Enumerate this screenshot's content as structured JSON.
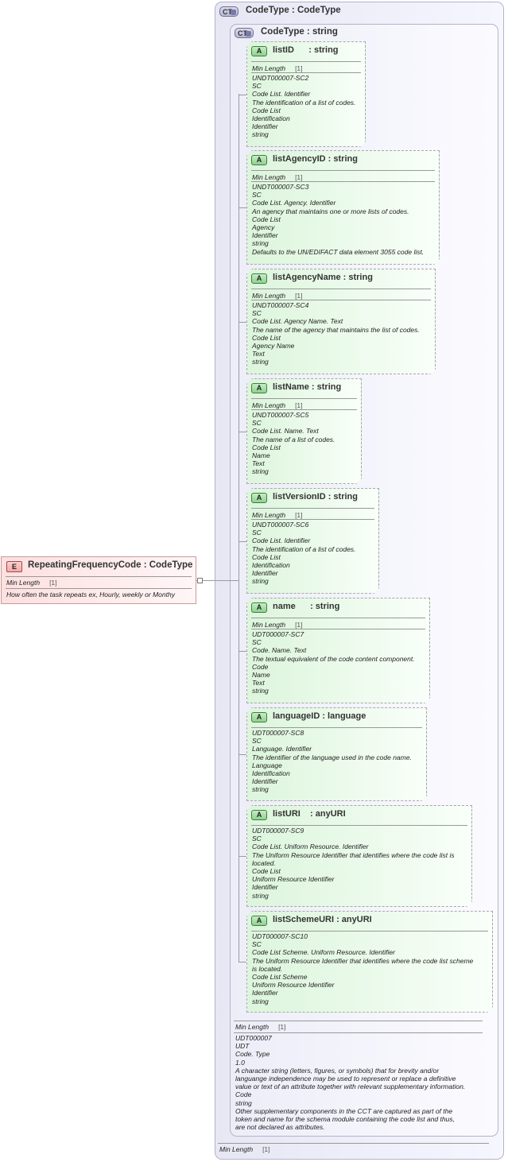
{
  "outer_type": {
    "badge": "CT",
    "title": "CodeType : CodeType"
  },
  "inner_type": {
    "badge": "CT",
    "title": "CodeType : string"
  },
  "element": {
    "badge": "E",
    "title": "RepeatingFrequencyCode : CodeType",
    "facet_label": "Min Length",
    "facet_value": "[1]",
    "doc": "How often the task repeats ex, Hourly, weekly or Monthy"
  },
  "attributes": [
    {
      "badge": "A",
      "name": "listID      : string",
      "facet_label": "Min Length",
      "facet_value": "[1]",
      "doc": [
        "UNDT000007-SC2",
        "SC",
        "Code List. Identifier",
        "The identification of a list of codes.",
        "Code List",
        "Identification",
        "Identifier",
        "string"
      ]
    },
    {
      "badge": "A",
      "name": "listAgencyID : string",
      "facet_label": "Min Length",
      "facet_value": "[1]",
      "doc": [
        "UNDT000007-SC3",
        "SC",
        "Code List. Agency. Identifier",
        "An agency that maintains one or more lists of codes.",
        "Code List",
        "Agency",
        "Identifier",
        "string",
        "Defaults to the UN/EDIFACT data element 3055 code list."
      ]
    },
    {
      "badge": "A",
      "name": "listAgencyName : string",
      "facet_label": "Min Length",
      "facet_value": "[1]",
      "doc": [
        "UNDT000007-SC4",
        "SC",
        "Code List. Agency Name. Text",
        "The name of the agency that maintains the list of codes.",
        "Code List",
        "Agency Name",
        "Text",
        "string"
      ]
    },
    {
      "badge": "A",
      "name": "listName : string",
      "facet_label": "Min Length",
      "facet_value": "[1]",
      "doc": [
        "UNDT000007-SC5",
        "SC",
        "Code List. Name. Text",
        "The name of a list of codes.",
        "Code List",
        "Name",
        "Text",
        "string"
      ]
    },
    {
      "badge": "A",
      "name": "listVersionID : string",
      "facet_label": "Min Length",
      "facet_value": "[1]",
      "doc": [
        "UNDT000007-SC6",
        "SC",
        "Code List. Identifier",
        "The identification of a list of codes.",
        "Code List",
        "Identification",
        "Identifier",
        "string"
      ]
    },
    {
      "badge": "A",
      "name": "name      : string",
      "facet_label": "Min Length",
      "facet_value": "[1]",
      "doc": [
        "UDT000007-SC7",
        "SC",
        "Code. Name. Text",
        "The textual equivalent of the code content component.",
        "Code",
        "Name",
        "Text",
        "string"
      ]
    },
    {
      "badge": "A",
      "name": "languageID : language",
      "facet_label": "",
      "facet_value": "",
      "doc": [
        "UDT000007-SC8",
        "SC",
        "Language. Identifier",
        "The identifier of the language used in the code name.",
        "Language",
        "Identification",
        "Identifier",
        "string"
      ]
    },
    {
      "badge": "A",
      "name": "listURI    : anyURI",
      "facet_label": "",
      "facet_value": "",
      "doc": [
        "UDT000007-SC9",
        "SC",
        "Code List. Uniform Resource. Identifier",
        "The Uniform Resource Identifier that identifies where the code list is",
        "located.",
        "Code List",
        "Uniform Resource Identifier",
        "Identifier",
        "string"
      ]
    },
    {
      "badge": "A",
      "name": "listSchemeURI : anyURI",
      "facet_label": "",
      "facet_value": "",
      "doc": [
        "UDT000007-SC10",
        "SC",
        "Code List Scheme. Uniform Resource. Identifier",
        "The Uniform Resource Identifier that identifies where the code list scheme",
        "is located.",
        "Code List Scheme",
        "Uniform Resource Identifier",
        "Identifier",
        "string"
      ]
    }
  ],
  "inner_footer": {
    "facet_label": "Min Length",
    "facet_value": "[1]",
    "doc": [
      "UDT000007",
      "UDT",
      "Code. Type",
      "1.0",
      "A character string (letters, figures, or symbols) that for brevity and/or",
      "languange independence may be used to represent or replace a definitive",
      "value or text of an attribute together with relevant supplementary information.",
      "Code",
      "string",
      "Other supplementary components in the CCT are captured as part of the",
      "token and name for the schema module containing the code list and thus,",
      "are not declared as attributes."
    ]
  },
  "outer_footer": {
    "facet_label": "Min Length",
    "facet_value": "[1]"
  }
}
